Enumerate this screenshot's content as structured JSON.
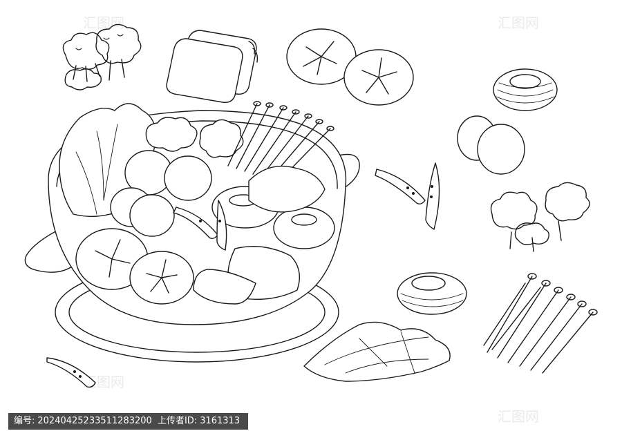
{
  "caption": {
    "id_label": "编号:",
    "id_value": "20240425233511283200",
    "uploader_label": "上传者ID:",
    "uploader_value": "3161313"
  },
  "watermark": {
    "text": "汇图网"
  },
  "colors": {
    "ink": "#1a1a1a",
    "background": "#ffffff",
    "caption_bg": "#4a4a4a",
    "caption_text": "#ffffff"
  }
}
